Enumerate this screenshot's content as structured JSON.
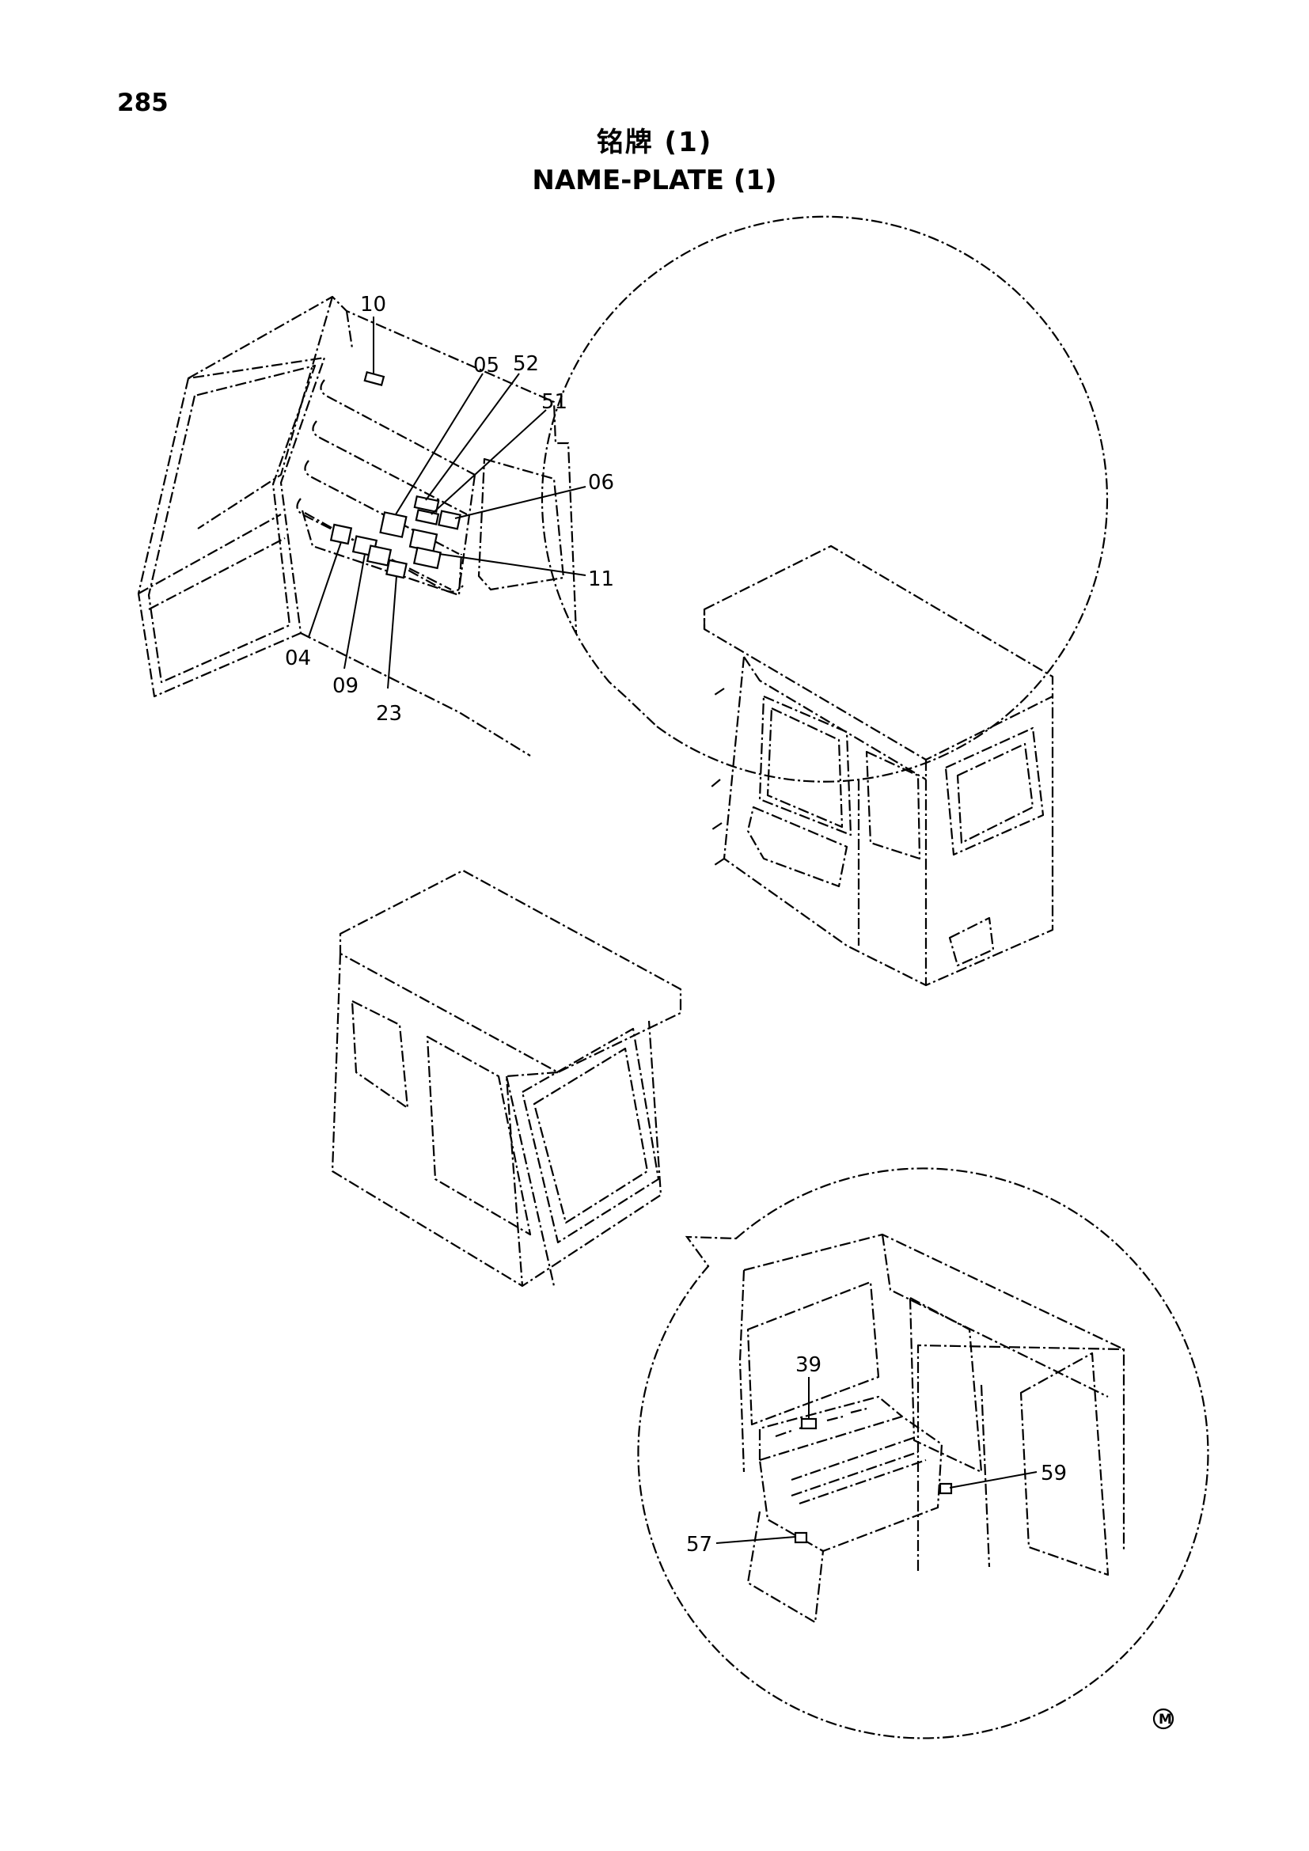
{
  "header": {
    "page_number": "285",
    "title_cn": "铭牌 (1)",
    "title_en": "NAME-PLATE (1)"
  },
  "callouts": {
    "c10": "10",
    "c05": "05",
    "c52": "52",
    "c51": "51",
    "c06": "06",
    "c11": "11",
    "c04": "04",
    "c09": "09",
    "c23": "23",
    "c39": "39",
    "c59": "59",
    "c57": "57"
  },
  "footer": {
    "mark": "M"
  }
}
